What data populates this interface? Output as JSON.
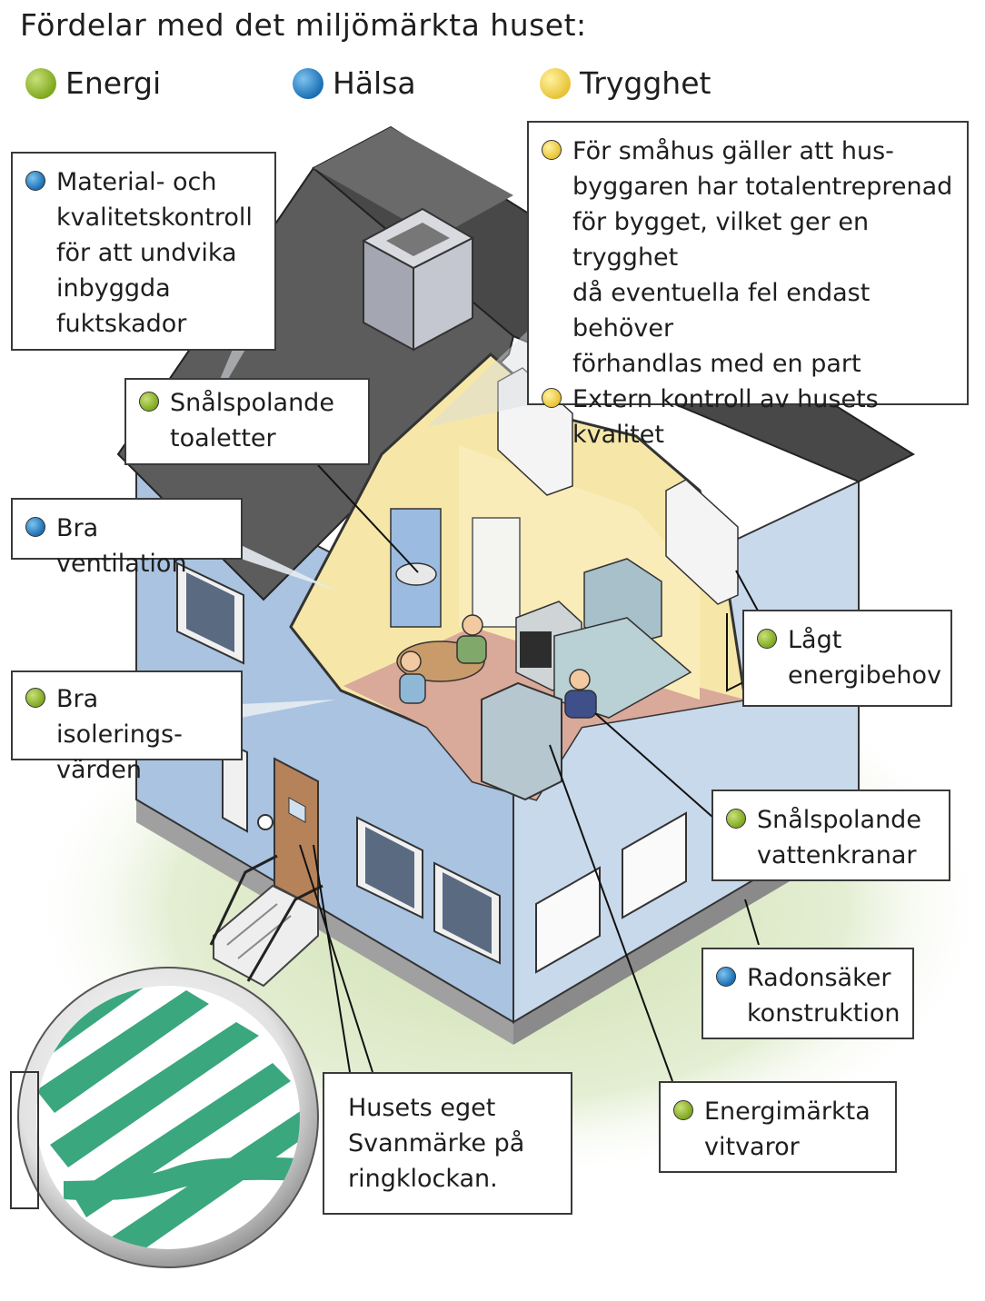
{
  "title": "Fördelar med det miljömärkta huset:",
  "legend": [
    {
      "label": "Energi",
      "color": "#7fa81e"
    },
    {
      "label": "Hälsa",
      "color": "#1a6fb5"
    },
    {
      "label": "Trygghet",
      "color": "#e7c336"
    }
  ],
  "callouts": {
    "material": {
      "category": "Hälsa",
      "text": "Material- och\nkvalitetskontroll\nför att undvika\ninbyggda\nfuktskador"
    },
    "trygghet1": {
      "category": "Trygghet",
      "text": "För småhus gäller att hus-\nbyggaren har totalentreprenad\nför bygget, vilket ger en trygghet\ndå eventuella fel endast behöver\nförhandlas med en part"
    },
    "trygghet2": {
      "category": "Trygghet",
      "text": "Extern kontroll av husets kvalitet"
    },
    "toaletter": {
      "category": "Energi",
      "text": "Snålspolande\ntoaletter"
    },
    "ventilation": {
      "category": "Hälsa",
      "text": "Bra ventilation"
    },
    "isolering": {
      "category": "Energi",
      "text": "Bra isolerings-\nvärden"
    },
    "energibehov": {
      "category": "Energi",
      "text": "Lågt\nenergibehov"
    },
    "vattenkranar": {
      "category": "Energi",
      "text": "Snålspolande\nvattenkranar"
    },
    "radon": {
      "category": "Hälsa",
      "text": "Radonsäker\nkonstruktion"
    },
    "vitvaror": {
      "category": "Energi",
      "text": "Energimärkta\nvitvaror"
    },
    "svan": {
      "text": "Husets eget\nSvanmärke på\nringklockan."
    }
  },
  "colors": {
    "wall": "#a9c3e0",
    "wall_shade": "#c9d9ec",
    "roof": "#5a5a5a",
    "interior_wall": "#f6e7a8",
    "floor": "#d9a99a",
    "swan_green": "#3aa77e"
  },
  "icons": [
    "swan-label-icon",
    "category-dot-icon"
  ]
}
